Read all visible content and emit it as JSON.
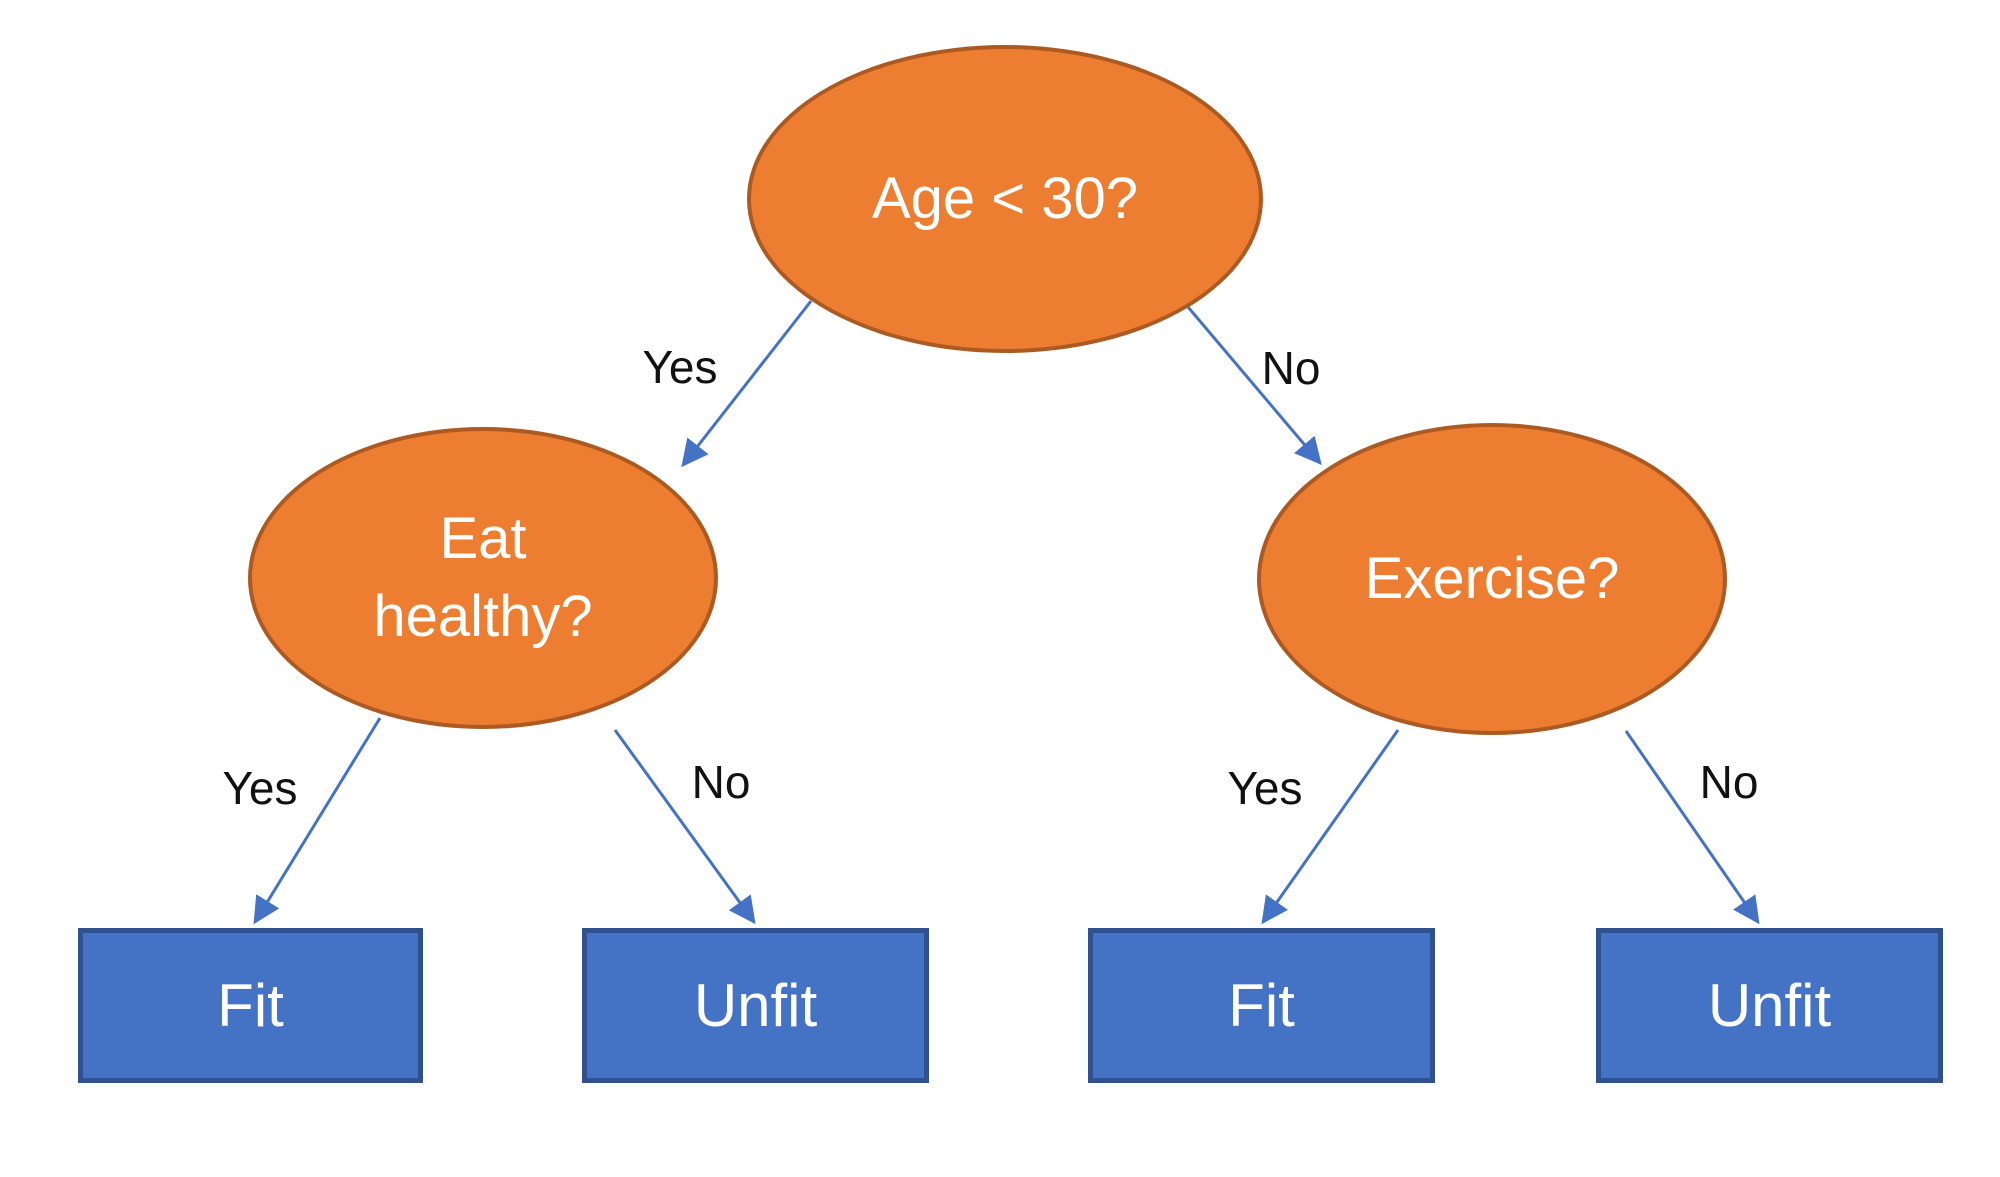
{
  "diagram": {
    "type": "decision-tree",
    "colors": {
      "decision_fill": "#ED7D31",
      "decision_border": "#AC5A21",
      "leaf_fill": "#4472C4",
      "leaf_border": "#2F528F",
      "arrow": "#4472C4",
      "node_text": "#FFFFFF",
      "edge_label_text": "#111111"
    },
    "nodes": [
      {
        "id": "age",
        "shape": "ellipse",
        "label": "Age < 30?"
      },
      {
        "id": "eat-healthy",
        "shape": "ellipse",
        "label": "Eat healthy?"
      },
      {
        "id": "exercise",
        "shape": "ellipse",
        "label": "Exercise?"
      },
      {
        "id": "fit-left",
        "shape": "rect",
        "label": "Fit"
      },
      {
        "id": "unfit-left",
        "shape": "rect",
        "label": "Unfit"
      },
      {
        "id": "fit-right",
        "shape": "rect",
        "label": "Fit"
      },
      {
        "id": "unfit-right",
        "shape": "rect",
        "label": "Unfit"
      }
    ],
    "edges": [
      {
        "from": "age",
        "to": "eat-healthy",
        "label": "Yes"
      },
      {
        "from": "age",
        "to": "exercise",
        "label": "No"
      },
      {
        "from": "eat-healthy",
        "to": "fit-left",
        "label": "Yes"
      },
      {
        "from": "eat-healthy",
        "to": "unfit-left",
        "label": "No"
      },
      {
        "from": "exercise",
        "to": "fit-right",
        "label": "Yes"
      },
      {
        "from": "exercise",
        "to": "unfit-right",
        "label": "No"
      }
    ]
  }
}
